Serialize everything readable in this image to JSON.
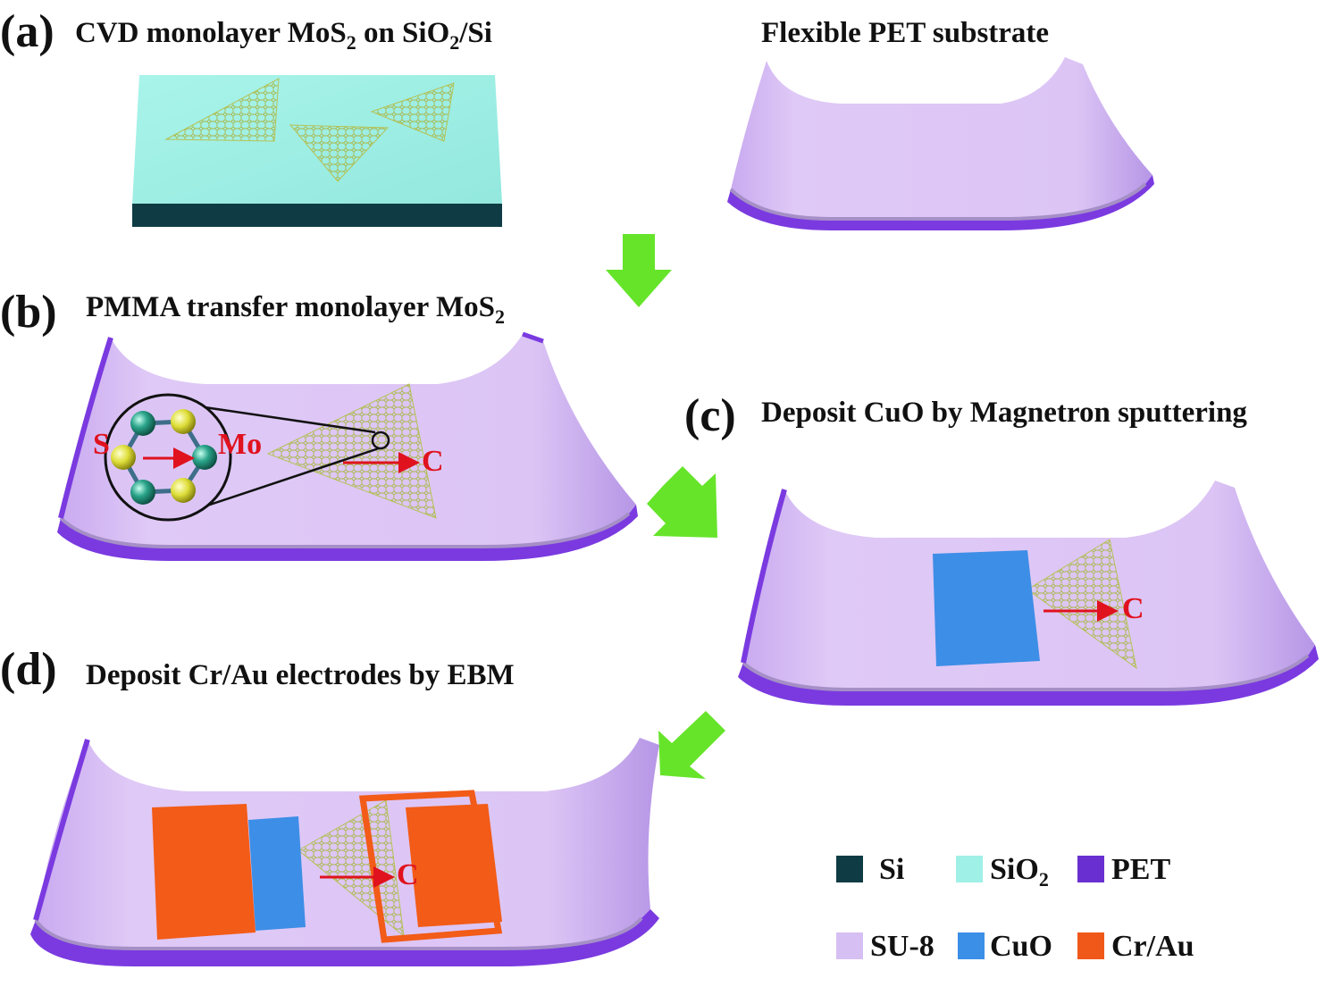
{
  "panels": {
    "a": {
      "letter": "(a)",
      "title": "CVD monolayer MoS",
      "sub": "2",
      "title_mid": " on SiO",
      "sub2": "2",
      "title_end": "/Si"
    },
    "a2": {
      "title": "Flexible PET substrate"
    },
    "b": {
      "letter": "(b)",
      "title": "PMMA transfer monolayer MoS",
      "sub": "2"
    },
    "c": {
      "letter": "(c)",
      "title": "Deposit CuO by Magnetron sputtering"
    },
    "d": {
      "letter": "(d)",
      "title": "Deposit Cr/Au electrodes by EBM"
    }
  },
  "annotations": {
    "s_label": "S",
    "mo_label": "Mo",
    "c_axis": "C"
  },
  "legend": {
    "items": [
      {
        "key": "si",
        "label": "Si",
        "sub": "",
        "color": "#0f3b45"
      },
      {
        "key": "sio2",
        "label": "SiO",
        "sub": "2",
        "color": "#9ff0e6"
      },
      {
        "key": "pet",
        "label": "PET",
        "sub": "",
        "color": "#6a2fd0"
      },
      {
        "key": "su8",
        "label": "SU-8",
        "sub": "",
        "color": "#d6bff2"
      },
      {
        "key": "cuo",
        "label": "CuO",
        "sub": "",
        "color": "#3b8fe6"
      },
      {
        "key": "crau",
        "label": "Cr/Au",
        "sub": "",
        "color": "#f0581a"
      }
    ]
  },
  "colors": {
    "arrow": "#66e42a",
    "su8_top": "#dcc4f5",
    "pet_edge": "#7a3ae0",
    "sio2": "#a3f2e8",
    "si": "#0f3b45",
    "cuo": "#3d8ee6",
    "crau": "#f25b18",
    "mos2": "#b9c45a",
    "axis": "#e0121e"
  }
}
